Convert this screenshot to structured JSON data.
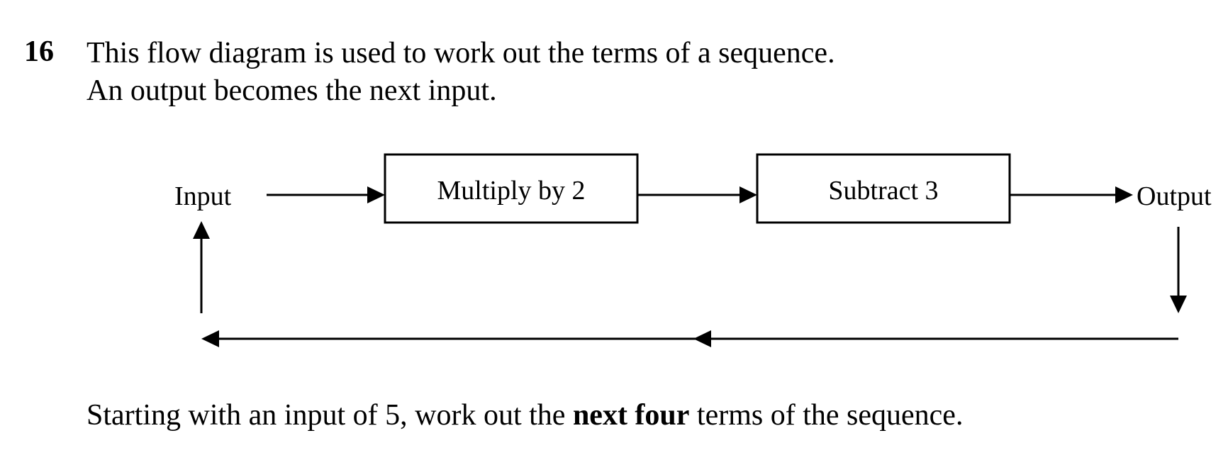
{
  "question": {
    "number": "16",
    "intro_line1": "This flow diagram is used to work out the terms of a sequence.",
    "intro_line2": "An output becomes the next input.",
    "task_prefix": "Starting with an input of 5, work out the ",
    "task_emphasis": "next four",
    "task_suffix": " terms of the sequence."
  },
  "diagram": {
    "input_label": "Input",
    "box1_label": "Multiply by 2",
    "box2_label": "Subtract 3",
    "output_label": "Output"
  }
}
